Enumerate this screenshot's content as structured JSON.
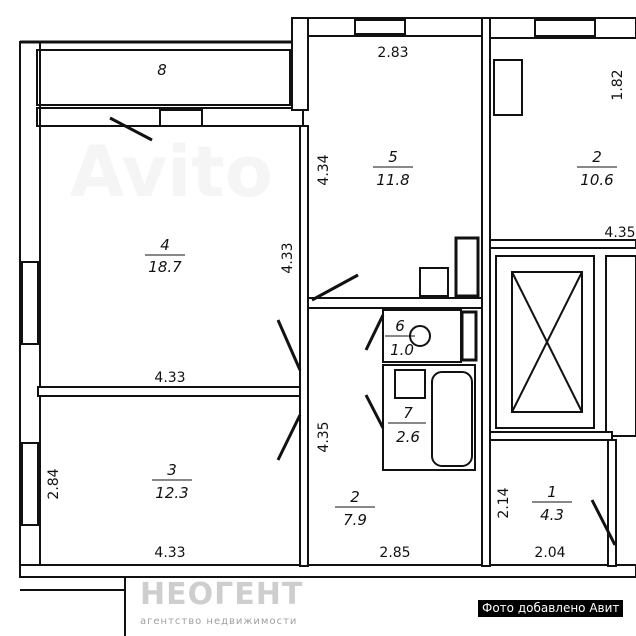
{
  "rooms": [
    {
      "id": "balcony",
      "number": "8"
    },
    {
      "id": "room-4",
      "number": "4",
      "area": "18.7"
    },
    {
      "id": "room-5",
      "number": "5",
      "area": "11.8"
    },
    {
      "id": "room-2-kitchen",
      "number": "2",
      "area": "10.6"
    },
    {
      "id": "room-3",
      "number": "3",
      "area": "12.3"
    },
    {
      "id": "room-2-hall",
      "number": "2",
      "area": "7.9"
    },
    {
      "id": "room-6",
      "number": "6",
      "area": "1.0"
    },
    {
      "id": "room-7",
      "number": "7",
      "area": "2.6"
    },
    {
      "id": "room-1",
      "number": "1",
      "area": "4.3"
    }
  ],
  "dimensions": {
    "room5_top": "2.83",
    "kitchen_side": "1.82",
    "room5_side": "4.34",
    "room4_side": "4.33",
    "room4_bottom": "4.33",
    "room3_bottom": "4.33",
    "room3_side": "2.84",
    "hall_side": "4.35",
    "hall_bottom": "2.85",
    "room1_side": "2.14",
    "room1_bottom": "2.04",
    "kitchen_bottom": "4.35"
  },
  "watermarks": {
    "brand": "НЕОГЕНТ",
    "subtitle": "агентство недвижимости",
    "caption": "Фото добавлено Авит",
    "avito": "Avito"
  }
}
